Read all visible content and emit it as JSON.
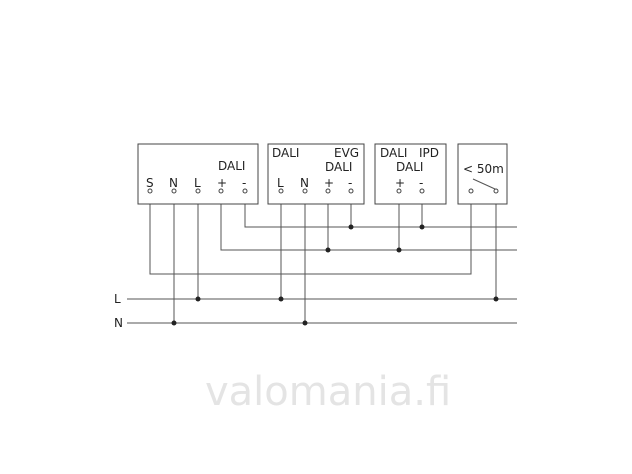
{
  "watermark": "valomania.fi",
  "bus_labels": {
    "L": "L",
    "N": "N"
  },
  "sensor": {
    "header": "DALI",
    "terminals": [
      "S",
      "N",
      "L",
      "+",
      "-"
    ]
  },
  "ballast": {
    "top_left": "DALI",
    "top_right": "EVG",
    "sub": "DALI",
    "terminals": [
      "L",
      "N",
      "+",
      "-"
    ]
  },
  "ipd": {
    "top_left": "DALI",
    "top_right": "IPD",
    "sub": "DALI",
    "terminals": [
      "+",
      "-"
    ]
  },
  "switch": {
    "label": "< 50m"
  }
}
